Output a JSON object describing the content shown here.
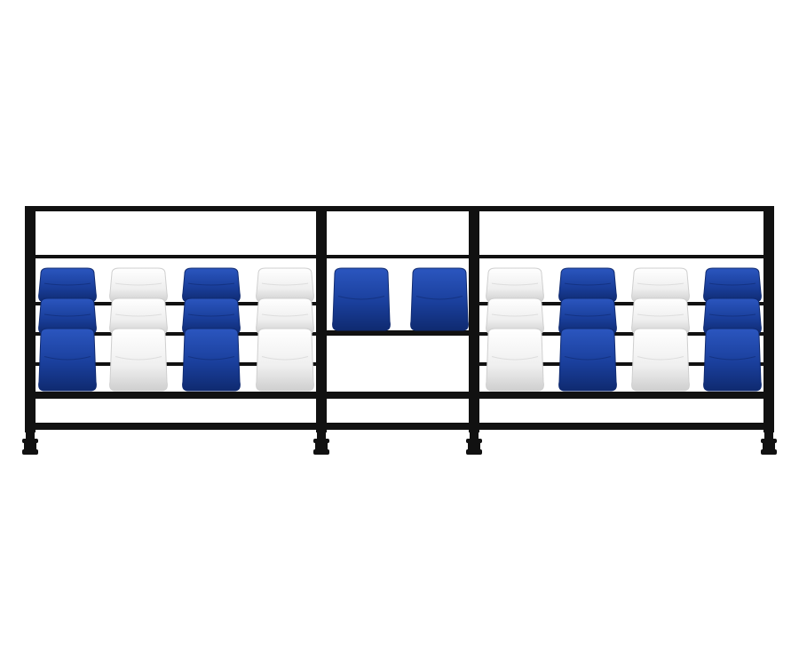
{
  "colors": {
    "background": "#ffffff",
    "frame": "#111111",
    "seat_blue": "#1a3f9c",
    "seat_blue_dark": "#0f2a70",
    "seat_white": "#f1f1f1",
    "seat_white_shade": "#cfcfcf"
  },
  "bleacher": {
    "sections": [
      {
        "name": "left-section",
        "rows": 3,
        "seat_colors": [
          "blue",
          "white",
          "blue",
          "white"
        ]
      },
      {
        "name": "middle-section",
        "rows": 1,
        "seat_colors": [
          "blue",
          "blue"
        ]
      },
      {
        "name": "right-section",
        "rows": 3,
        "seat_colors": [
          "white",
          "blue",
          "white",
          "blue"
        ]
      }
    ],
    "support_feet": 4
  }
}
